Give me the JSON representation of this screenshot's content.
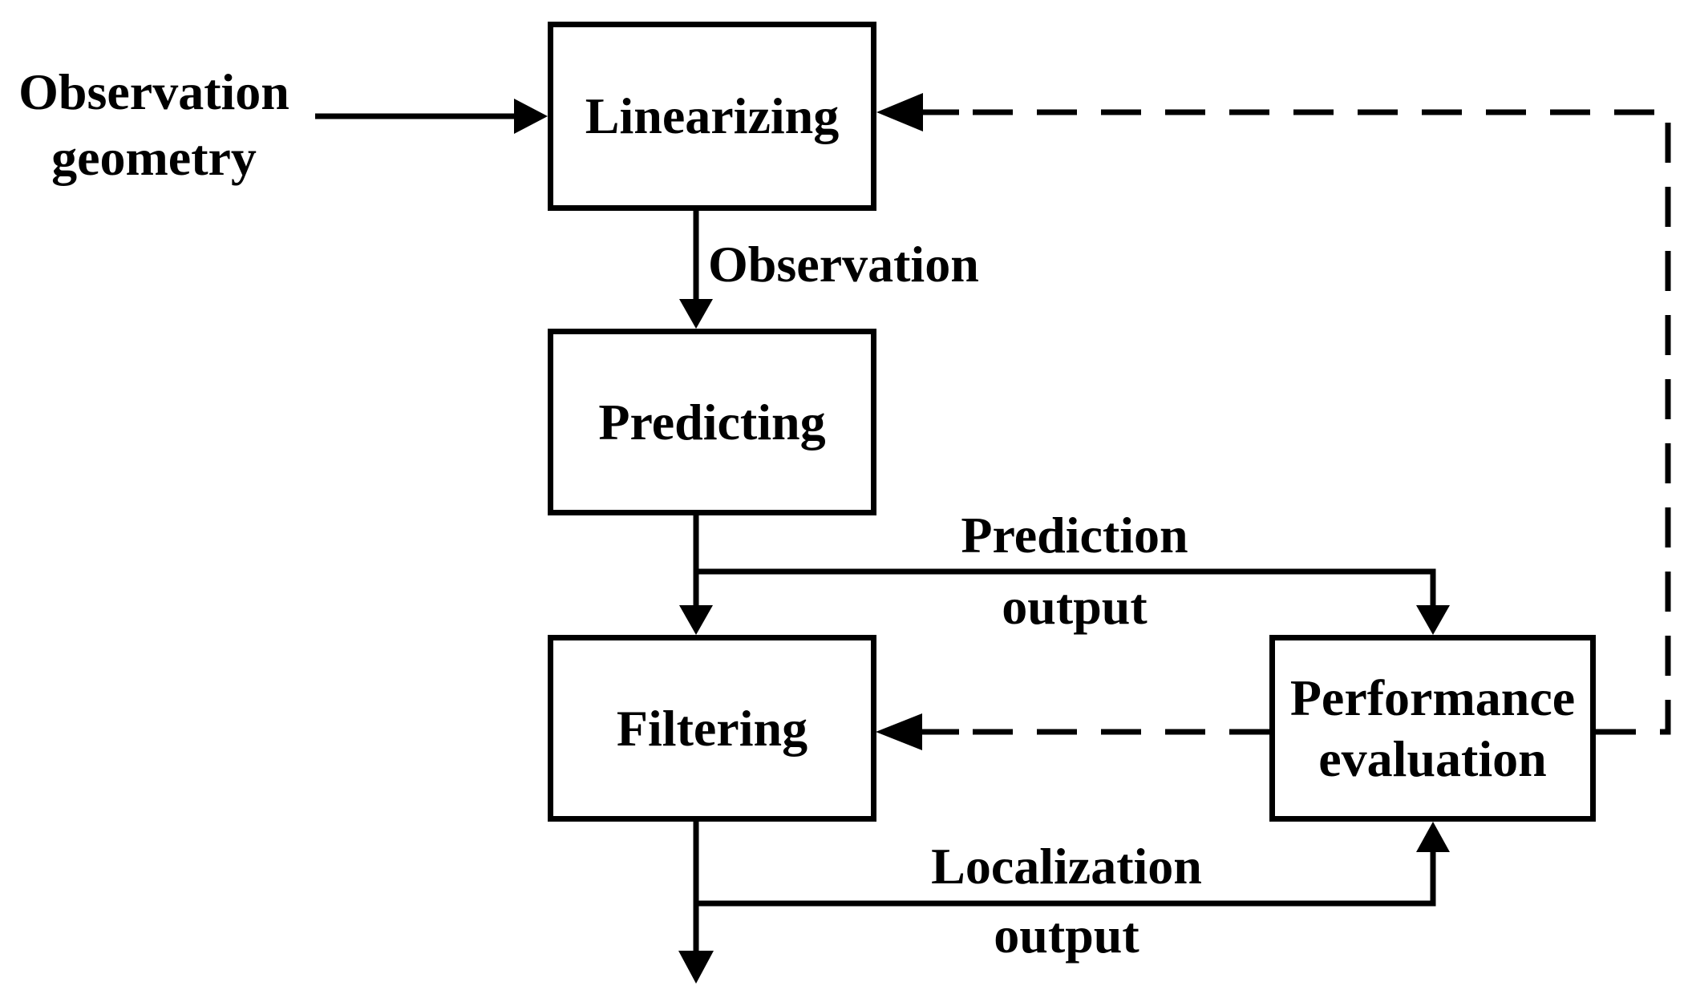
{
  "diagram": {
    "background_color": "#ffffff",
    "stroke_color": "#000000",
    "text_color": "#000000",
    "nodes": [
      {
        "id": "linearizing",
        "lines": [
          "Linearizing"
        ]
      },
      {
        "id": "predicting",
        "lines": [
          "Predicting"
        ]
      },
      {
        "id": "filtering",
        "lines": [
          "Filtering"
        ]
      },
      {
        "id": "performance-evaluation",
        "lines": [
          "Performance",
          "evaluation"
        ]
      }
    ],
    "edge_labels": [
      {
        "id": "observation-geometry",
        "lines": [
          "Observation",
          "geometry"
        ]
      },
      {
        "id": "observation",
        "lines": [
          "Observation"
        ]
      },
      {
        "id": "prediction-output",
        "lines": [
          "Prediction",
          "output"
        ]
      },
      {
        "id": "localization-output",
        "lines": [
          "Localization",
          "output"
        ]
      }
    ],
    "edges": [
      {
        "from": "Observation geometry",
        "to": "Linearizing",
        "style": "solid",
        "label": ""
      },
      {
        "from": "Linearizing",
        "to": "Predicting",
        "style": "solid",
        "label": "Observation"
      },
      {
        "from": "Predicting",
        "to": "Filtering",
        "style": "solid",
        "label": ""
      },
      {
        "from": "Predicting",
        "to": "Performance evaluation",
        "style": "solid",
        "label": "Prediction output"
      },
      {
        "from": "Filtering",
        "to": "external output",
        "style": "solid",
        "label": ""
      },
      {
        "from": "Filtering",
        "to": "Performance evaluation",
        "style": "solid",
        "label": "Localization output"
      },
      {
        "from": "Performance evaluation",
        "to": "Filtering",
        "style": "dashed",
        "label": ""
      },
      {
        "from": "Performance evaluation",
        "to": "Linearizing",
        "style": "dashed",
        "label": ""
      }
    ]
  }
}
